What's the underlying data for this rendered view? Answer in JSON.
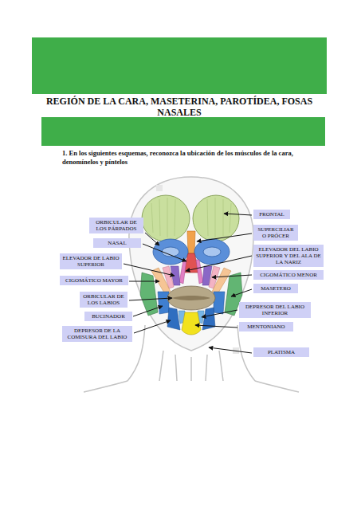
{
  "diagram": {
    "title": "REGIÓN DE LA CARA, MASETERINA, PAROTÍDEA, FOSAS NASALES",
    "nodes": [
      {
        "text": [
          "FRONTAL"
        ]
      },
      {
        "text": [
          "ORBICULAR DE LOS PÁRPADOS"
        ]
      },
      {
        "text": [
          "SUPERCILIAR O PRÓCER"
        ]
      },
      {
        "text": [
          "NASAL"
        ]
      },
      {
        "text": [
          "ELEVADOR DEL LABIO SUPERIOR Y DEL ALA DE LA NARIZ"
        ]
      },
      {
        "text": [
          "ELEVADOR DE LABIO SUPERIOR"
        ]
      },
      {
        "text": [
          "CIGOMÁTICO MENOR"
        ]
      },
      {
        "text": [
          "CIGOMÁTICO MAYOR"
        ]
      },
      {
        "text": [
          "MASETERO"
        ]
      },
      {
        "text": [
          "ORBICULAR DE LOS LABIOS"
        ]
      },
      {
        "text": [
          "DEPRESOR DEL LABIO INFERIOR"
        ]
      },
      {
        "text": [
          "BUCINADOR"
        ]
      },
      {
        "text": [
          "MENTONIANO"
        ]
      },
      {
        "text": [
          "DEPRESOR DE LA COMISURA DEL LABIO"
        ]
      },
      {
        "text": [
          "PLATISMA"
        ]
      }
    ],
    "labels": [
      "1. En los siguientes esquemas, reconozca la ubicación de los músculos de la cara, denomínelos y píntelos"
    ]
  }
}
